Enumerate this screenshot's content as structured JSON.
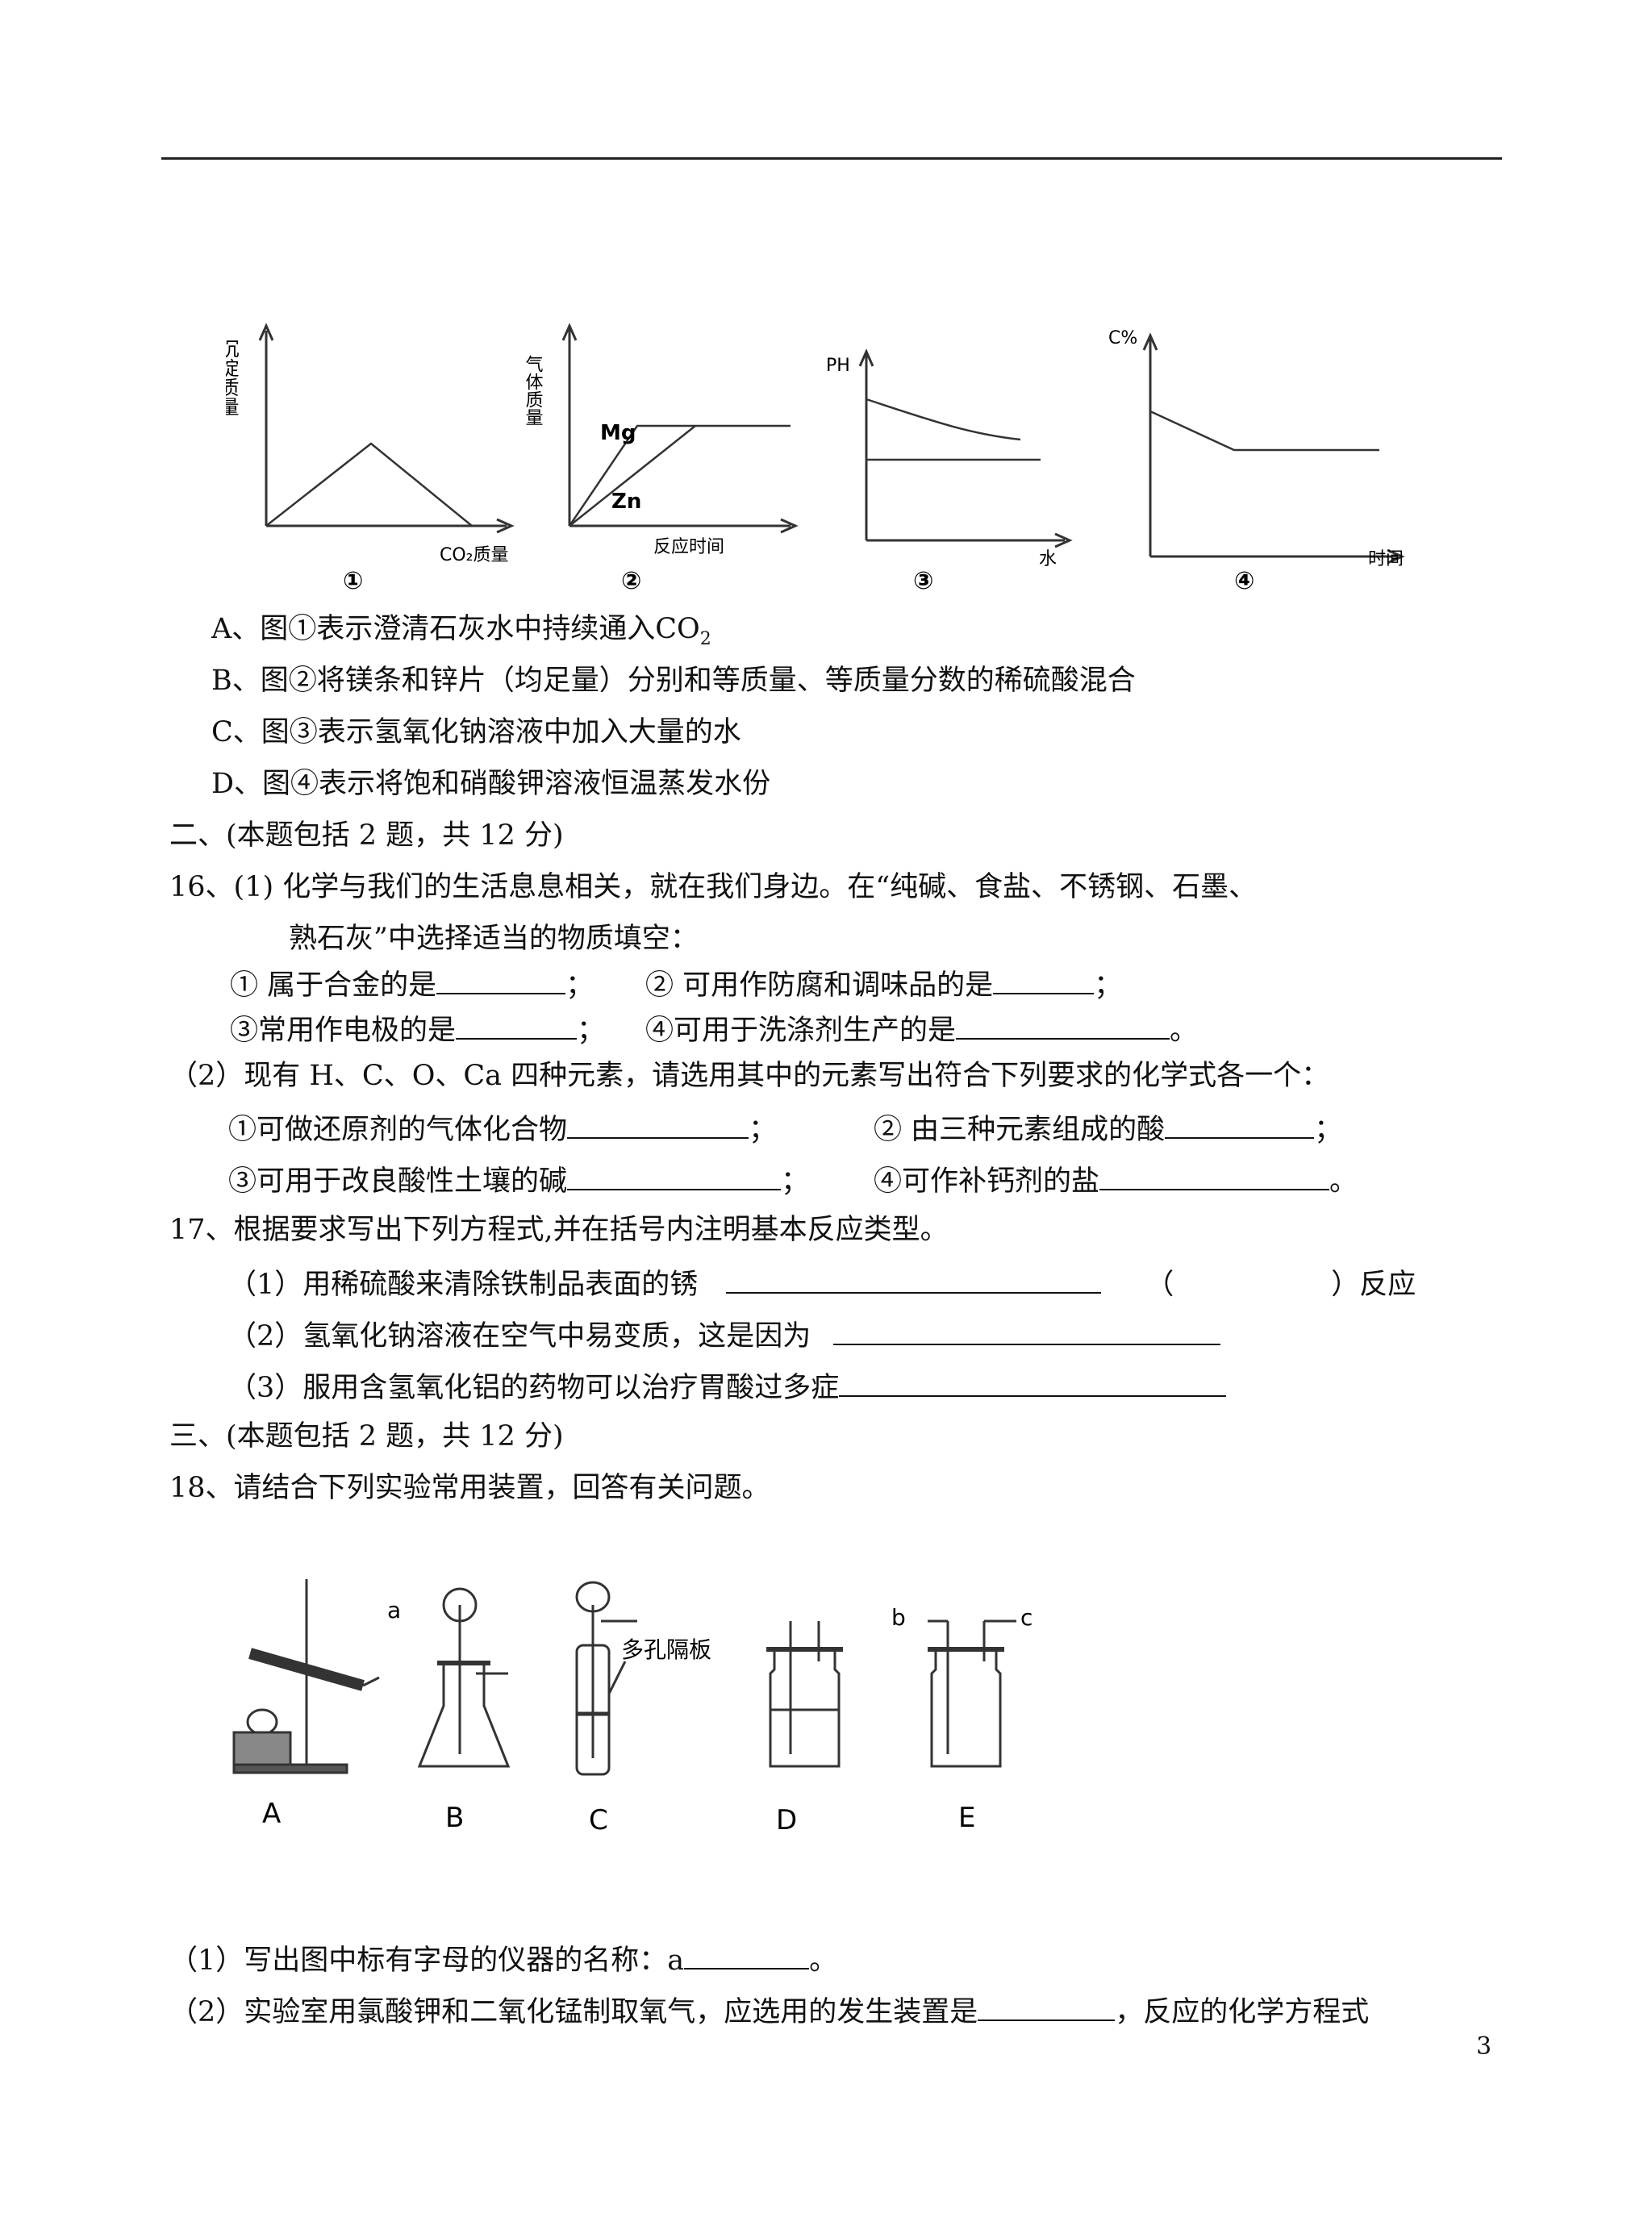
{
  "graphs": {
    "g1": {
      "ylabel": "沉淀质量",
      "xlabel": "CO₂质量",
      "num": "①"
    },
    "g2": {
      "ylabel": "气体质量",
      "xlabel": "反应时间",
      "s1": "Mg",
      "s2": "Zn",
      "num": "②"
    },
    "g3": {
      "ylabel": "PH",
      "xlabel": "水",
      "num": "③"
    },
    "g4": {
      "ylabel": "C%",
      "xlabel": "时间",
      "num": "④"
    }
  },
  "q15": {
    "a": "A、图①表示澄清石灰水中持续通入CO",
    "a_sub": "2",
    "b": "B、图②将镁条和锌片（均足量）分别和等质量、等质量分数的稀硫酸混合",
    "c": "C、图③表示氢氧化钠溶液中加入大量的水",
    "d": "D、图④表示将饱和硝酸钾溶液恒温蒸发水份"
  },
  "sec2": "二、(本题包括 2 题，共 12 分)",
  "q16": {
    "l1": "16、(1) 化学与我们的生活息息相关，就在我们身边。在“纯碱、食盐、不锈钢、石墨、",
    "l2": "熟石灰”中选择适当的物质填空：",
    "i1": "①  属于合金的是",
    "s1": "；",
    "i2": "②  可用作防腐和调味品的是",
    "s2": "；",
    "i3": "③常用作电极的是",
    "s3": "；",
    "i4": "④可用于洗涤剂生产的是",
    "s4": "。",
    "p2": "（2）现有 H、C、O、Ca 四种元素，请选用其中的元素写出符合下列要求的化学式各一个：",
    "j1": "①可做还原剂的气体化合物",
    "t1": "；",
    "j2": "②  由三种元素组成的酸",
    "t2": "；",
    "j3": "③可用于改良酸性土壤的碱",
    "t3": "；",
    "j4": "④可作补钙剂的盐",
    "t4": "。"
  },
  "q17": {
    "l1": "17、根据要求写出下列方程式,并在括号内注明基本反应类型。",
    "i1": "（1）用稀硫酸来清除铁制品表面的锈",
    "paren_open": "（",
    "paren_close": "）反应",
    "i2": "（2）氢氧化钠溶液在空气中易变质，这是因为",
    "i3": "（3）服用含氢氧化铝的药物可以治疗胃酸过多症"
  },
  "sec3": "三、(本题包括 2 题，共 12 分)",
  "q18": {
    "l1": "18、请结合下列实验常用装置，回答有关问题。",
    "labels": [
      "A",
      "B",
      "C",
      "D",
      "E"
    ],
    "mark_a": "a",
    "mark_b": "b",
    "mark_c": "c",
    "porous": "多孔隔板",
    "s1": "（1）写出图中标有字母的仪器的名称：a",
    "s1_end": "。",
    "s2": "（2）实验室用氯酸钾和二氧化锰制取氧气，应选用的发生装置是",
    "s2_end": "，反应的化学方程式"
  },
  "page_number": "3"
}
